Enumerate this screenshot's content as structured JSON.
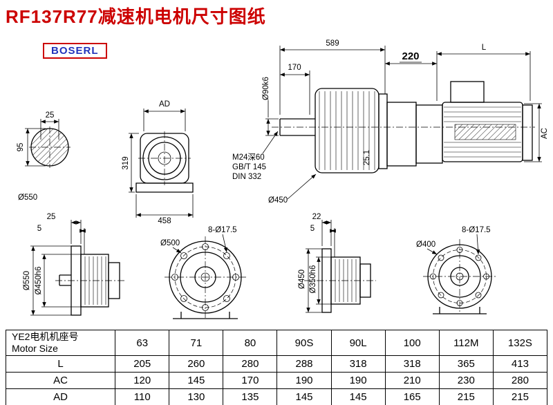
{
  "page": {
    "title": "RF137R77减速机电机尺寸图纸",
    "brand": "BOSERL"
  },
  "drawing": {
    "shaft_section": {
      "width": "25",
      "height": "95",
      "diameter": "Ø550"
    },
    "front_view": {
      "ad": "AD",
      "height": "319",
      "width": "458"
    },
    "side_view": {
      "overall": "589",
      "shaft_length": "170",
      "shaft_diameter": "Ø90k6",
      "tapped_hole": "M24深60",
      "standard_1": "GB/T 145",
      "standard_2": "DIN 332",
      "housing_diameter": "Ø450",
      "key_height": "25.1"
    },
    "motor_view": {
      "adapter_length": "220",
      "motor_length": "L",
      "motor_height": "AC"
    },
    "flange_side_a": {
      "thickness": "25",
      "step": "5",
      "outer_diameter": "Ø550",
      "spigot_diameter": "Ø450h6"
    },
    "flange_front_a": {
      "bolt_holes": "8-Ø17.5",
      "outer_diameter": "Ø500"
    },
    "flange_side_b": {
      "thickness": "22",
      "step": "5",
      "outer_diameter": "Ø450",
      "spigot_diameter": "Ø350h6"
    },
    "flange_front_b": {
      "bolt_holes": "8-Ø17.5",
      "outer_diameter": "Ø400"
    }
  },
  "table": {
    "header": {
      "label_cn": "YE2电机机座号",
      "label_en": "Motor Size",
      "sizes": [
        "63",
        "71",
        "80",
        "90S",
        "90L",
        "100",
        "112M",
        "132S"
      ]
    },
    "rows": [
      {
        "label": "L",
        "values": [
          "205",
          "260",
          "280",
          "288",
          "318",
          "318",
          "365",
          "413"
        ]
      },
      {
        "label": "AC",
        "values": [
          "120",
          "145",
          "170",
          "190",
          "190",
          "210",
          "230",
          "280"
        ]
      },
      {
        "label": "AD",
        "values": [
          "110",
          "130",
          "135",
          "145",
          "145",
          "165",
          "215",
          "215"
        ]
      }
    ]
  }
}
